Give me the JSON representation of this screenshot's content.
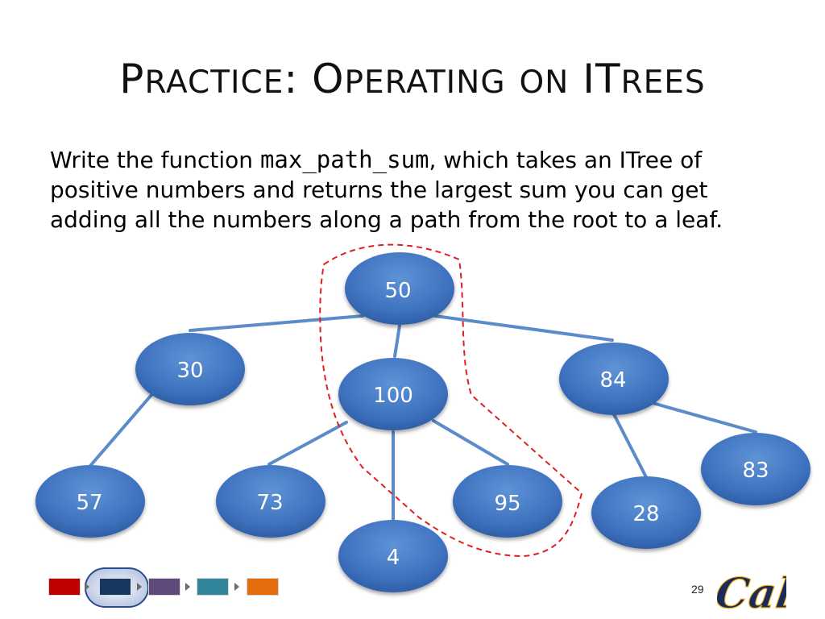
{
  "slide": {
    "title_p": "P",
    "title_ractice": "RACTICE",
    "title_colon": ": O",
    "title_perating": "PERATING",
    "title_space": " ",
    "title_on": "ON",
    "title_it": " IT",
    "title_rees": "REES",
    "body_prefix": "Write the function ",
    "body_code": "max_path_sum",
    "body_suffix": ", which takes an ITree of positive numbers and returns the largest sum you can get adding all the numbers along a path from the root to a leaf.",
    "page_number": "29"
  },
  "tree": {
    "nodes": [
      {
        "id": "root",
        "value": "50"
      },
      {
        "id": "n30",
        "value": "30"
      },
      {
        "id": "n100",
        "value": "100"
      },
      {
        "id": "n84",
        "value": "84"
      },
      {
        "id": "n57",
        "value": "57"
      },
      {
        "id": "n73",
        "value": "73"
      },
      {
        "id": "n4",
        "value": "4"
      },
      {
        "id": "n95",
        "value": "95"
      },
      {
        "id": "n28",
        "value": "28"
      },
      {
        "id": "n83",
        "value": "83"
      }
    ],
    "node_color": "#4f81bd",
    "edge_color": "#5b8bc9",
    "highlight_color": "#e02020"
  },
  "nav": {
    "colors": [
      "#c00000",
      "#17375e",
      "#604a7b",
      "#31859c",
      "#e46c0a"
    ]
  },
  "logo": {
    "text": "Cal",
    "color": "#1b2a5a",
    "accent": "#f2b51d"
  }
}
